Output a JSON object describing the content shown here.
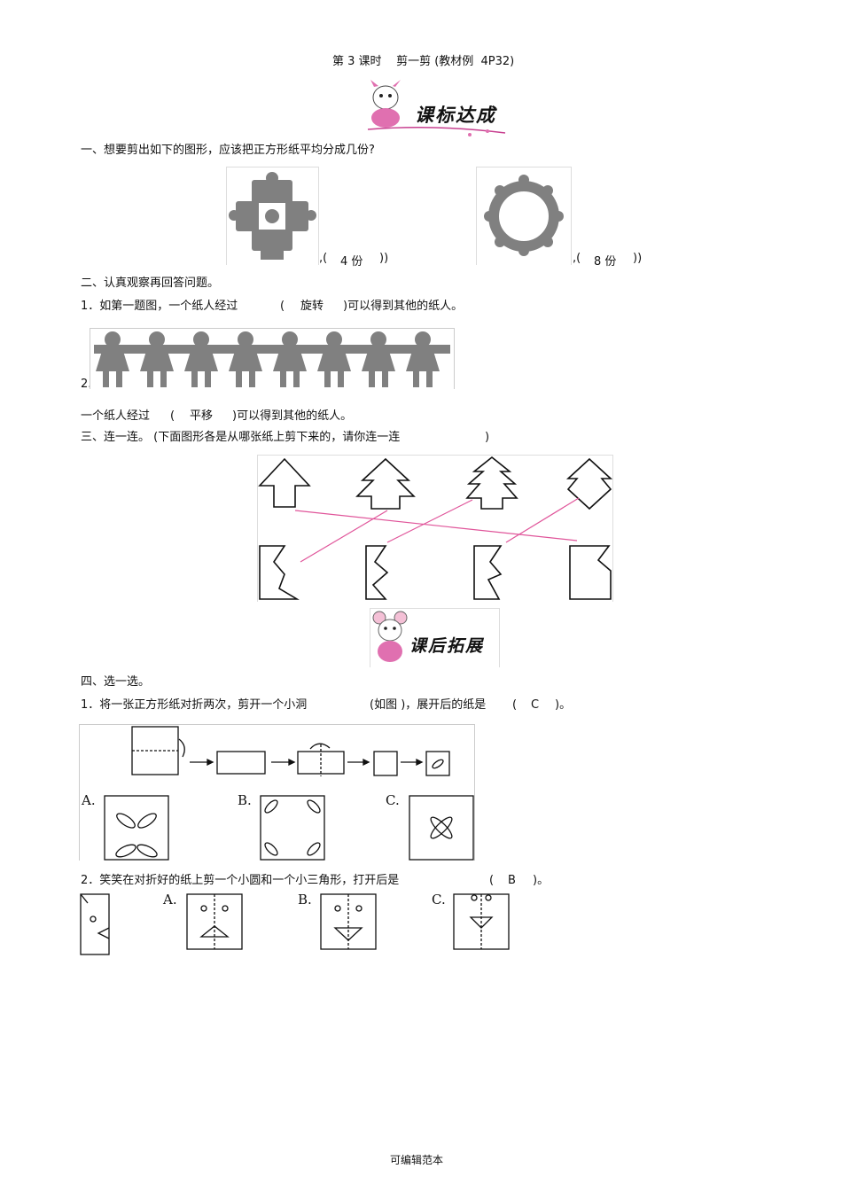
{
  "title": "第 3 课时    剪一剪 (教材例  4P32)",
  "banner1": "课标达成",
  "banner2": "课后拓展",
  "section1": {
    "heading": "一、想要剪出如下的图形，应该把正方形纸平均分成几份?",
    "answer1_prefix": ",(",
    "answer1": "4 份",
    "answer1_suffix": "))",
    "answer2_prefix": ",(",
    "answer2": "8 份",
    "answer2_suffix": "))"
  },
  "section2": {
    "heading": "二、认真观察再回答问题。",
    "q1_prefix": "1．如第一题图，一个纸人经过",
    "q1_paren_open": "(",
    "q1_answer": "旋转",
    "q1_suffix": ")可以得到其他的纸人。",
    "q2_number": "2.",
    "q2_prefix": "一个纸人经过",
    "q2_paren_open": "(",
    "q2_answer": "平移",
    "q2_suffix": ")可以得到其他的纸人。"
  },
  "section3": {
    "heading": "三、连一连。 (下面图形各是从哪张纸上剪下来的，请你连一连",
    "heading_end": ")"
  },
  "section4": {
    "heading": "四、选一选。",
    "q1_text": "1．将一张正方形纸对折两次，剪开一个小洞",
    "q1_mid": "(如图 )，展开后的纸是",
    "q1_paren_open": "(",
    "q1_answer": "C",
    "q1_end": ")。",
    "q1_options": [
      "A.",
      "B.",
      "C."
    ],
    "q2_text": "2．笑笑在对折好的纸上剪一个小圆和一个小三角形，打开后是",
    "q2_paren_open": "(",
    "q2_answer": "B",
    "q2_end": ")。",
    "q2_options": [
      "A.",
      "B.",
      "C."
    ]
  },
  "footer": "可编辑范本",
  "colors": {
    "pink_line": "#e0559a",
    "figure_gray": "#808080"
  }
}
